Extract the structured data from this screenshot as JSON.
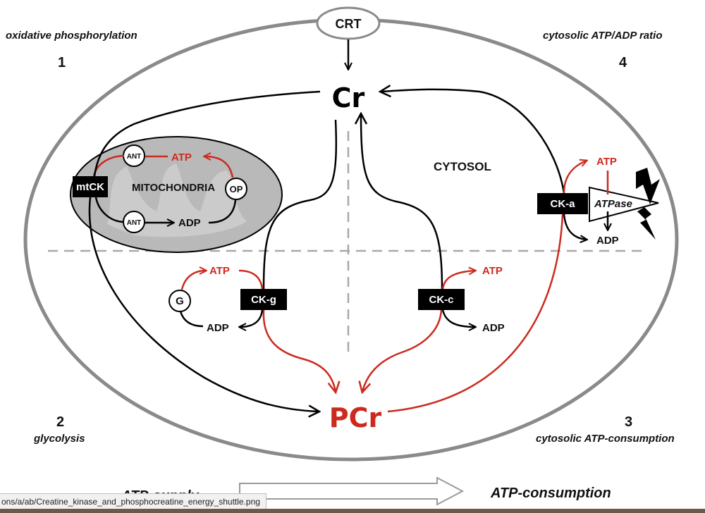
{
  "labels": {
    "crt": "CRT",
    "cr": "Cr",
    "pcr": "PCr",
    "cytosol": "CYTOSOL",
    "mitochondria": "MITOCHONDRIA",
    "mtck": "mtCK",
    "ant": "ANT",
    "op": "OP",
    "g": "G",
    "ckg": "CK-g",
    "ckc": "CK-c",
    "cka": "CK-a",
    "atpase": "ATPase",
    "atp": "ATP",
    "adp": "ADP"
  },
  "corners": {
    "top_left": {
      "title": "oxidative phosphorylation",
      "number": "1"
    },
    "top_right": {
      "title": "cytosolic ATP/ADP ratio",
      "number": "4"
    },
    "bottom_left": {
      "title": "glycolysis",
      "number": "2"
    },
    "bottom_right": {
      "title": "cytosolic ATP-consumption",
      "number": "3"
    }
  },
  "bottom": {
    "left": "ATP-supply",
    "right": "ATP-consumption"
  },
  "status_bar": {
    "url": "ons/a/ab/Creatine_kinase_and_phosphocreatine_energy_shuttle.png"
  },
  "colors": {
    "red": "#cc2a1e",
    "black": "#000000",
    "gray_dash": "#a8a8a8",
    "mito_fill": "#b9b9b9"
  }
}
